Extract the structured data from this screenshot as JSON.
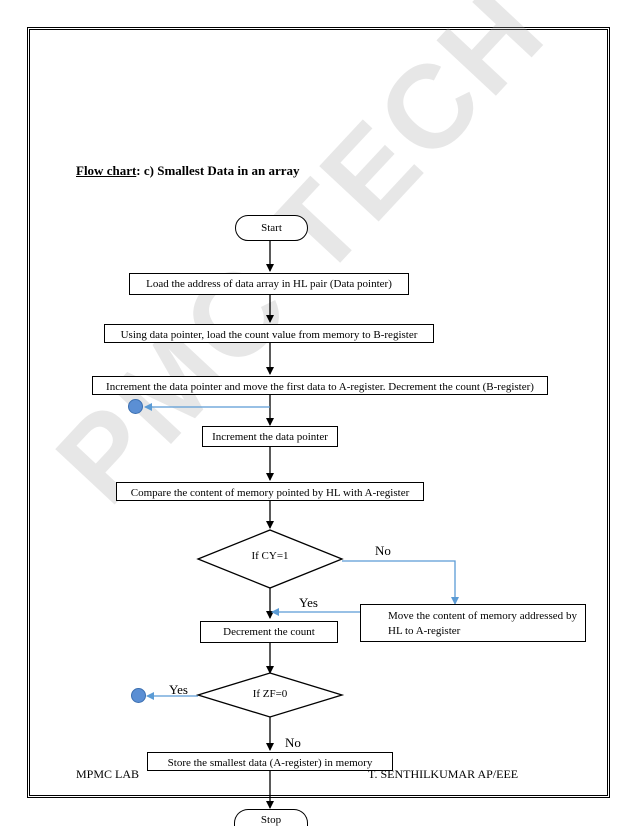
{
  "heading": {
    "prefix": "Flow chart",
    "suffix": ": c) Smallest Data in an array"
  },
  "watermark": "PMC TECH",
  "flowchart": {
    "start": "Start",
    "step_load_address": "Load the address of data array in HL pair (Data pointer)",
    "step_load_count": "Using data pointer, load the count value from memory to B-register",
    "step_increment_move": "Increment the data pointer and move the first data to A-register. Decrement the count (B-register)",
    "step_increment_pointer": "Increment the data pointer",
    "step_compare": "Compare the content of memory pointed by HL with A-register",
    "decision_cy": "If CY=1",
    "decision_zf": "If ZF=0",
    "step_move_memory": "Move the content of memory addressed by HL to A-register",
    "step_decrement": "Decrement the count",
    "step_store": "Store the smallest data (A-register) in memory",
    "stop": "Stop",
    "label_no_cy": "No",
    "label_yes_cy": "Yes",
    "label_yes_zf": "Yes",
    "label_no_zf": "No"
  },
  "footer": {
    "left": "MPMC LAB",
    "right": "T. SENTHILKUMAR AP/EEE"
  },
  "colors": {
    "connector": "#5b8fd4",
    "arrow_blue": "#5b9bd5"
  }
}
